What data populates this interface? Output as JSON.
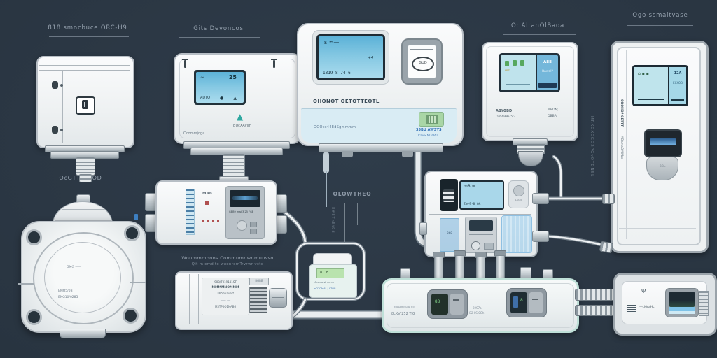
{
  "colors": {
    "background": "#2c3845",
    "caption": "#95a1ae",
    "lcd_blue": "#7cc4dd",
    "panel_blue": "#d9ecf4",
    "button_green": "#a9d6a6",
    "text_blue": "#2f6fb5",
    "manifold_teal": "#bfe0d8"
  },
  "captions": {
    "device1": "818 smncbuce ORC-H9",
    "device2": "Gits Devoncos",
    "device4": "O:  AlranOlBaoa",
    "device5": "Ogo ssmaltvase",
    "gas_meter": "OcGTTTTEOD",
    "connector": "OLOWTHEO",
    "connector_vertical": "8#8TnBt9d",
    "bottom_line1": "Woummmooos Commumnwnmuusso",
    "bottom_line2": "Qit m cmdito  wxonromTrvrwr  vcto",
    "right_vertical": "MRKGXCGO2PGvOTDN5L"
  },
  "devices": {
    "thermostat": {
      "lcd_scribble": "≈—",
      "lcd_value": "25",
      "lcd_mode": "AUTO",
      "fan_glyph": "●",
      "flame_glyph": "▲",
      "logo_glyph": "▲",
      "logo_text": "BUcXAVim",
      "footnote": "Ocommjoga"
    },
    "controller": {
      "screen_scribble": "s ≈—",
      "screen_plus": "+4",
      "screen_digits": "1319   8   74   6",
      "button_glyph": "GUD",
      "label": "OHONOT OETOTTEOTL",
      "panel_text": "OOOcc44EdSgmmmm",
      "blue_text1": "35BU AWSYS",
      "blue_text2": "TravS NGOAT"
    },
    "monitor": {
      "screen_note": "mz",
      "panel_title": "A88",
      "panel_sub": "Rawal?",
      "text_left1": "ABYGBD",
      "text_left2": "O-6ABBF 5G",
      "text_right1": "MRON;",
      "text_right2": "QBBA"
    },
    "wall_panel": {
      "screen_icons": "⌂ ▪ ▪",
      "screen_value": "12A",
      "screen_sub": "EXXOB",
      "text1": "OROHO? GETTT",
      "text2": "MBamaBMIMm",
      "button_label": "BBL"
    },
    "flow_meter": {
      "label": "MAB",
      "module_row": "GBB9 mwk3 25 FGB"
    },
    "sensor": {
      "lcd_text": "8 8",
      "line1": "Mmmta st mmm",
      "line2": "mOTOMAL | CTOB"
    },
    "control_unit": {
      "screen_scribble": "m8 ≈",
      "screen_digits": "Zm+9·8  0A",
      "button_label": "L1G5",
      "column_label": "868"
    },
    "manifold": {
      "text_left1": "mwammao mn",
      "text_left2": "8cKV 252 TIG",
      "text_mid1": "92S7a",
      "text_mid2": "-B2 0S 0Gh",
      "window1_value": "88",
      "window2_value": "8"
    },
    "transmitter": {
      "line1": "908/T019131ST",
      "line2": "MMMMNOMMM",
      "line3": "TM5h5auert",
      "line4": "—— ·—",
      "line5": "M3TP0O1NAB6",
      "tag": "BGBB"
    },
    "receiver": {
      "antenna_glyph": "Ψ",
      "text": "—cl0raHc"
    },
    "gas_meter": {
      "center_text": "GMG ——",
      "line1": "EMQ5/0B",
      "line2": "ENG10/0285"
    }
  }
}
